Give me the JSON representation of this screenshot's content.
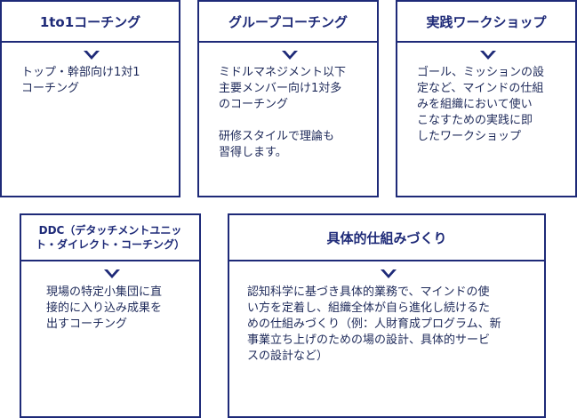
{
  "cards": [
    {
      "title": "1to1コーチング",
      "body": "トップ・幹部向け1対1\nコーチング"
    },
    {
      "title": "グループコーチング",
      "body": "ミドルマネジメント以下\n主要メンバー向け1対多\nのコーチング\n\n研修スタイルで理論も\n習得します。"
    },
    {
      "title": "実践ワークショップ",
      "body": "ゴール、ミッションの設\n定など、マインドの仕組\nみを組織において使い\nこなすための実践に即\nしたワークショップ"
    },
    {
      "title": "DDC（デタッチメントユニッ\nト・ダイレクト・コーチング）",
      "body": "現場の特定小集団に直\n接的に入り込み成果を\n出すコーチング"
    },
    {
      "title": "具体的仕組みづくり",
      "body": "認知科学に基づき具体的業務で、マインドの使\nい方を定着し、組織全体が自ら進化し続けるた\nめの仕組みづくり（例：人財育成プログラム、新\n事業立ち上げのための場の設計、具体的サービ\nスの設計など）"
    }
  ],
  "colors": {
    "border": "#1e2a78",
    "text": "#1e2a5a"
  }
}
